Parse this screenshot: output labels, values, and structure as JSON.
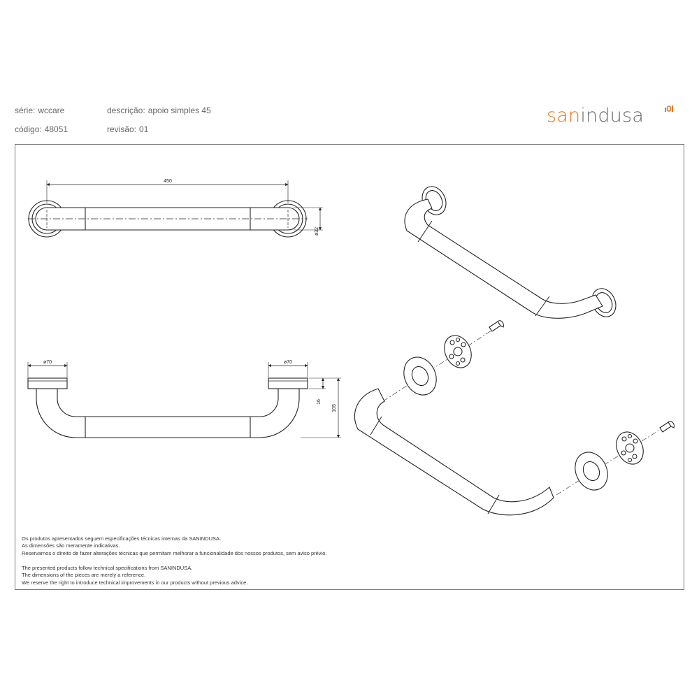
{
  "header": {
    "serie_label": "série:",
    "serie_value": "wccare",
    "codigo_label": "código:",
    "codigo_value": "48051",
    "descricao_label": "descrição:",
    "descricao_value": "apoio simples 45",
    "revisao_label": "revisão:",
    "revisao_value": "01"
  },
  "logo": {
    "part1": "san",
    "part2": "indusa",
    "accent_color": "#e07a1f",
    "text_color": "#6b6b6b"
  },
  "dimensions": {
    "length": "450",
    "tube_diameter": "ø32",
    "flange_left": "ø70",
    "flange_right": "ø70",
    "flange_height": "16",
    "total_depth": "105"
  },
  "notes_pt": [
    "Os produtos apresentados seguem especificações técnicas internas da SANINDUSA.",
    "As dimensões são meramente indicativas.",
    "Reservamos o direito de fazer alterações técnicas que permitam melhorar a funcionalidade dos nossos produtos, sem aviso prévio."
  ],
  "notes_en": [
    "The presented products follow technical specifications from SANINDUSA.",
    "The dimensions of the pieces are merely a reference.",
    "We reserve the right to introduce technical improvements in our products without previous advice."
  ]
}
